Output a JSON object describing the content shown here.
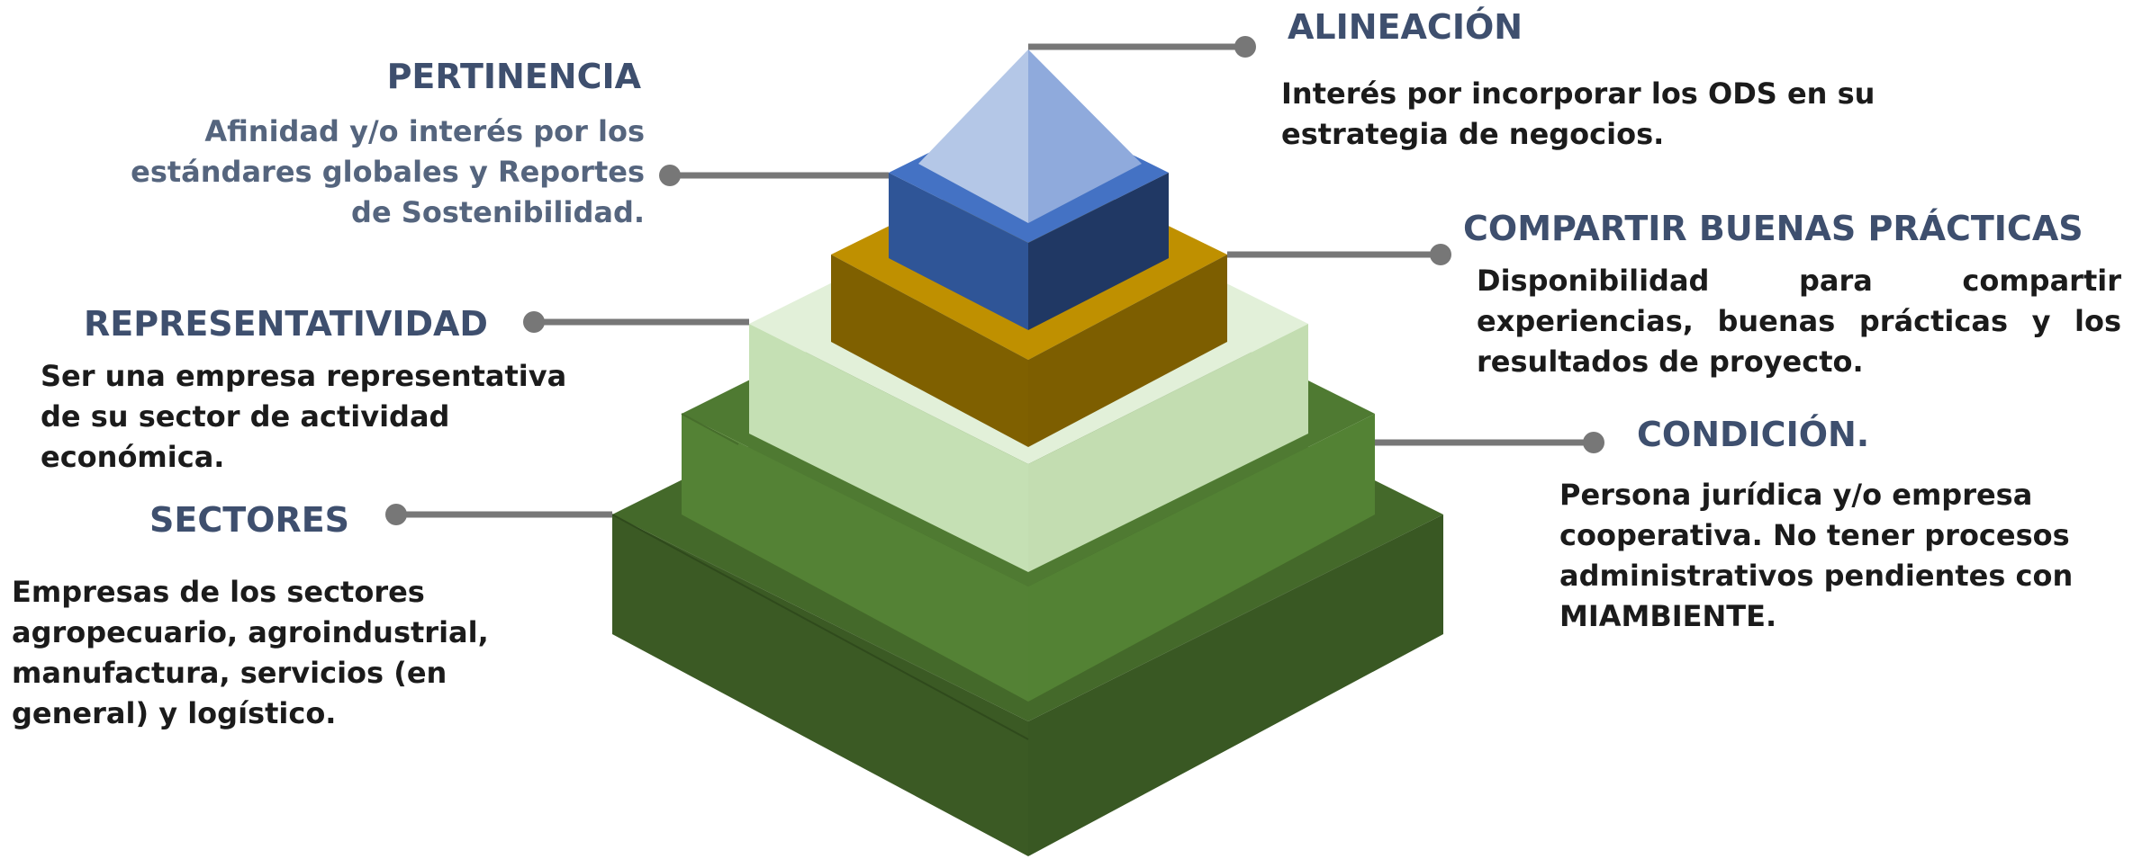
{
  "colors": {
    "heading": "#3e4f6e",
    "body_text": "#1b1b1b",
    "muted_text": "#55657e",
    "connector": "#777777",
    "tier_dark_green": "#3b5a24",
    "tier_green": "#548235",
    "tier_light_green": "#c5e0b4",
    "tier_gold": "#bf9000",
    "tier_blue": "#2f5597",
    "apex_light_blue": "#b4c7e7"
  },
  "labels": {
    "pertinencia": {
      "title": "PERTINENCIA",
      "lines": [
        "Afinidad y/o interés por los",
        "estándares globales y Reportes",
        "de Sostenibilidad."
      ]
    },
    "representatividad": {
      "title": "REPRESENTATIVIDAD",
      "lines": [
        "Ser una empresa representativa",
        "de su sector de actividad",
        "económica."
      ]
    },
    "sectores": {
      "title": "SECTORES",
      "lines": [
        "Empresas de los sectores",
        "agropecuario, agroindustrial,",
        "manufactura, servicios (en",
        "general) y logístico."
      ]
    },
    "alineacion": {
      "title": "ALINEACIÓN",
      "lines": [
        "Interés por incorporar los ODS en su",
        "estrategia de negocios."
      ]
    },
    "compartir": {
      "title": "COMPARTIR BUENAS PRÁCTICAS",
      "lines": [
        "Disponibilidad para compartir",
        "experiencias, buenas prácticas y los",
        "resultados de proyecto."
      ]
    },
    "condicion": {
      "title": "CONDICIÓN.",
      "lines": [
        "Persona jurídica y/o empresa",
        "cooperativa. No tener procesos",
        "administrativos pendientes con",
        "MIAMBIENTE."
      ]
    }
  }
}
